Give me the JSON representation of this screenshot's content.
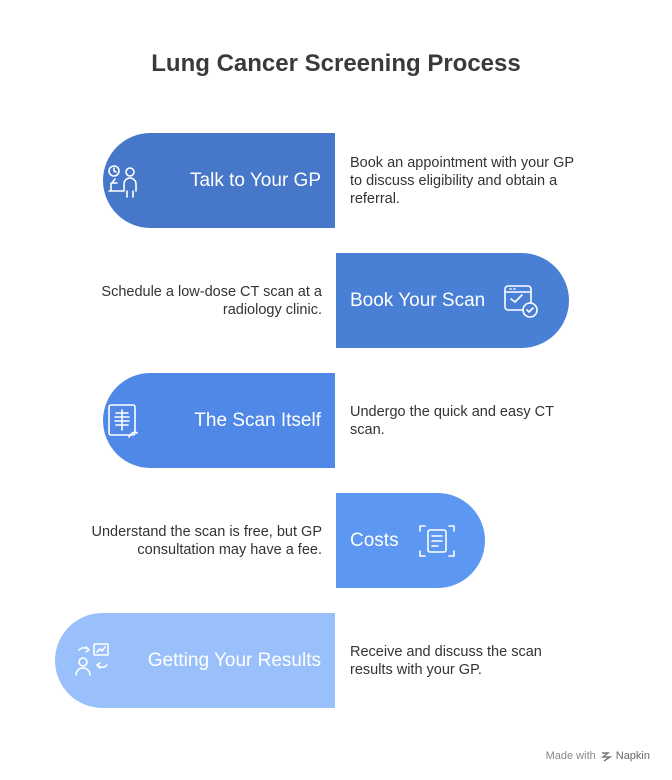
{
  "title": "Lung Cancer Screening Process",
  "steps": [
    {
      "label": "Talk to Your GP",
      "description": "Book an appointment with your GP to discuss eligibility and obtain a referral.",
      "color": "#4677c9",
      "icon": "doctor-consult-icon"
    },
    {
      "label": "Book Your Scan",
      "description": "Schedule a low-dose CT scan at a radiology clinic.",
      "color": "#4a7fd6",
      "icon": "calendar-check-icon"
    },
    {
      "label": "The Scan Itself",
      "description": "Undergo the quick and easy CT scan.",
      "color": "#4f88e6",
      "icon": "xray-chest-icon"
    },
    {
      "label": "Costs",
      "description": "Understand the scan is free, but GP consultation may have a fee.",
      "color": "#5c97f2",
      "icon": "document-scan-icon"
    },
    {
      "label": "Getting Your Results",
      "description": "Receive and discuss the scan results with your GP.",
      "color": "#9ac0fb",
      "icon": "results-discussion-icon"
    }
  ],
  "footer": {
    "made_with": "Made with",
    "brand": "Napkin"
  }
}
